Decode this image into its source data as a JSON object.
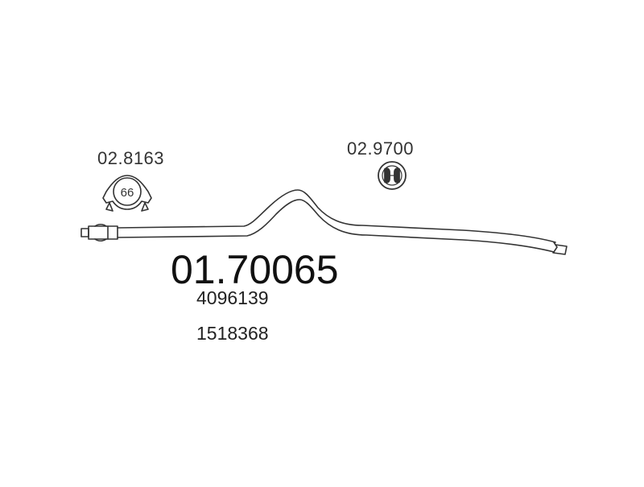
{
  "diagram": {
    "main_part_number": "01.70065",
    "oe_numbers": [
      "4096139",
      "1518368"
    ],
    "accessories": [
      {
        "part_number": "02.8163",
        "type": "clamp",
        "clamp_size": "66",
        "icon": "exhaust-clamp-icon"
      },
      {
        "part_number": "02.9700",
        "type": "rubber-mount",
        "icon": "rubber-hanger-icon"
      }
    ],
    "colors": {
      "line": "#333333",
      "background": "#ffffff"
    }
  }
}
